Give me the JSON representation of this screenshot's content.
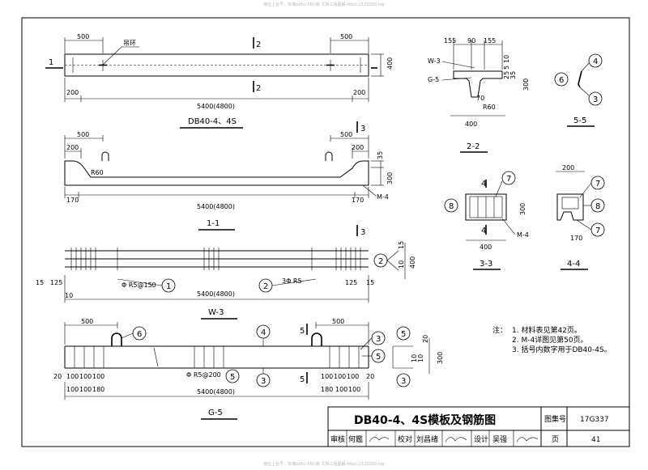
{
  "watermark": "拖拉上台号，标准pdfui PRO版 文档工程图解 https://121000.top",
  "dims": {
    "d500": "500",
    "d400": "400",
    "d200": "200",
    "d170": "170",
    "d300": "300",
    "d35": "35",
    "d155": "155",
    "d90": "90",
    "d25": "25",
    "d5": "5",
    "d10": "10",
    "d15": "15",
    "d125": "125",
    "d100": "100",
    "d180": "180",
    "d20": "20",
    "d70": "70",
    "d5400": "5400(4800)",
    "r60": "R60",
    "m4": "M-4",
    "w3": "W-3",
    "g5": "G-5"
  },
  "labels": {
    "hang_ring": "吊环",
    "plan_title": "DB40-4、4S",
    "sec11": "1-1",
    "sec22": "2-2",
    "sec33": "3-3",
    "sec44": "4-4",
    "sec55": "5-5",
    "w3_title": "W-3",
    "g5_title": "G-5",
    "cut1": "1",
    "cut2": "2",
    "cut3": "3",
    "cut4": "4",
    "cut5": "5",
    "rebar1": "Φ R5@150",
    "rebar2": "3Φ R5",
    "rebar3": "Φ R5@200"
  },
  "bubbles": [
    "1",
    "2",
    "3",
    "4",
    "5",
    "6",
    "7",
    "8"
  ],
  "notes": {
    "head": "注：",
    "n1": "1. 材料表见第42页。",
    "n2": "2. M-4详图见第50页。",
    "n3": "3. 括号内数字用于DB40-4S。"
  },
  "title_block": {
    "title": "DB40-4、4S模板及钢筋图",
    "atlas_label": "图集号",
    "atlas_no": "17G337",
    "page_label": "页",
    "page_no": "41",
    "review": "审核",
    "reviewer": "何鑑",
    "check": "校对",
    "checker": "刘昌绪",
    "design": "设计",
    "designer": "吴强"
  }
}
